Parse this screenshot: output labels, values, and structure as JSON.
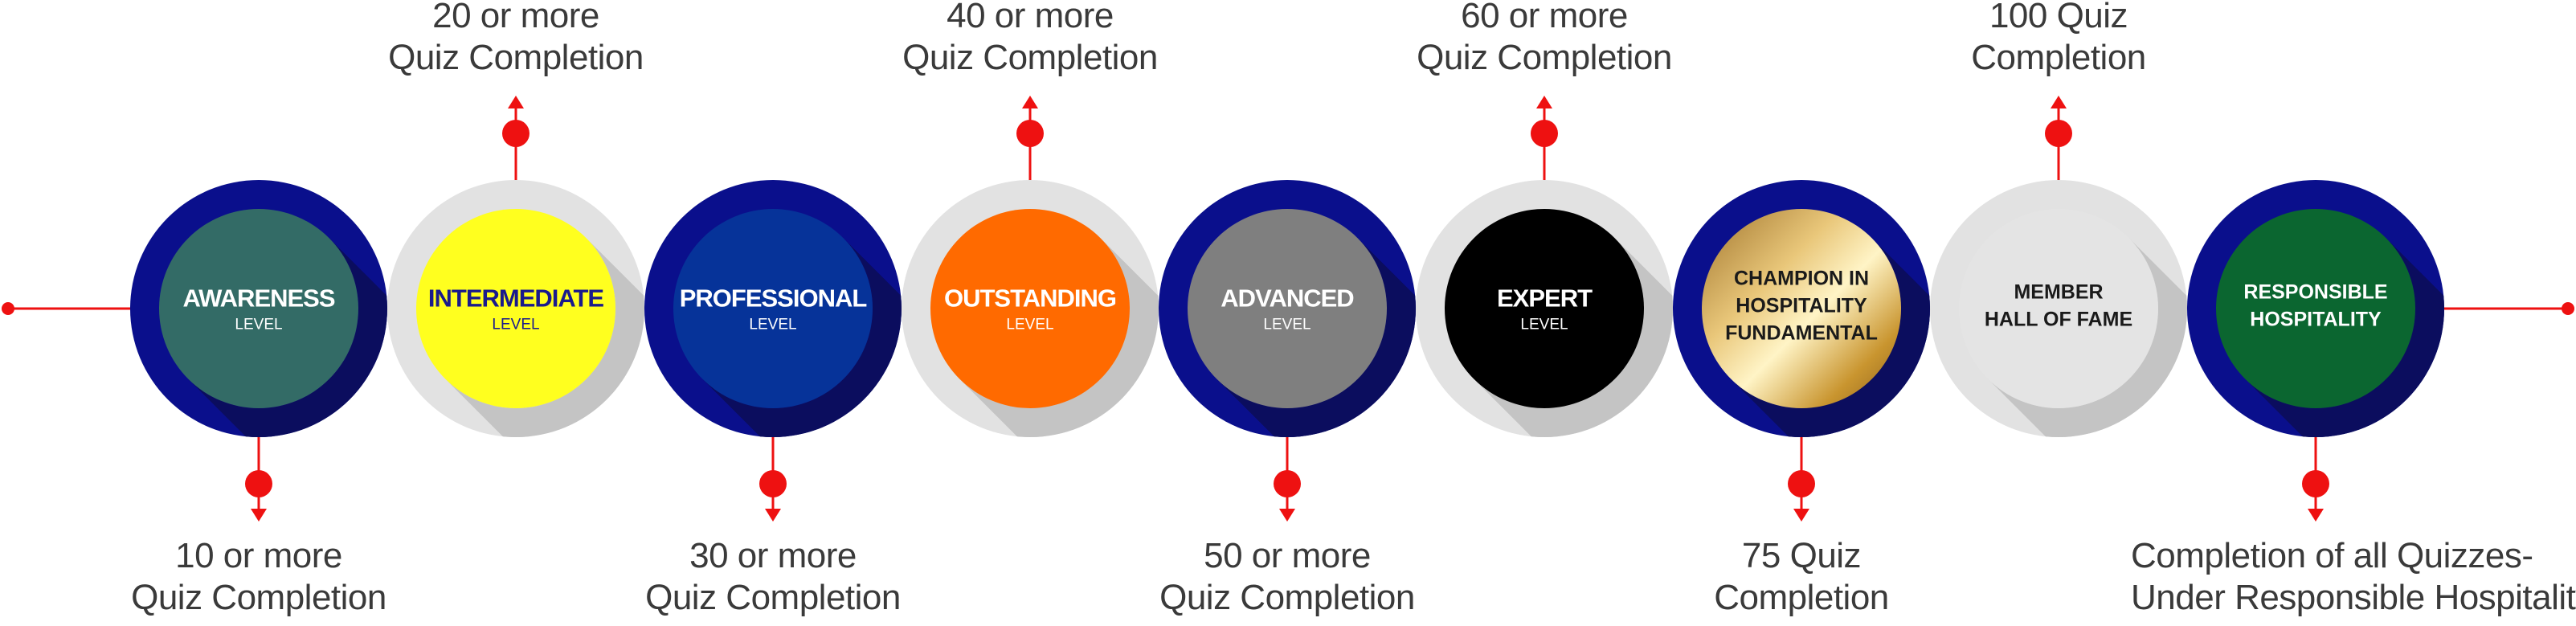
{
  "colors": {
    "line": "#ee1111",
    "navy": "#0a0f8c",
    "navy_shadow": "#0b0d5e",
    "grey_ring": "#e2e2e2",
    "grey_shadow": "#c4c4c4"
  },
  "levels": [
    {
      "title": [
        "AWARENESS"
      ],
      "sub": "LEVEL",
      "fill": "#336b66",
      "text_color": "#ffffff",
      "ring": "navy",
      "caption": [
        "10 or more",
        "Quiz Completion"
      ],
      "caption_pos": "bottom"
    },
    {
      "title": [
        "INTERMEDIATE"
      ],
      "sub": "LEVEL",
      "fill": "#ffff1f",
      "text_color": "#1a1a8c",
      "ring": "grey",
      "caption": [
        "20 or more",
        "Quiz Completion"
      ],
      "caption_pos": "top"
    },
    {
      "title": [
        "PROFESSIONAL"
      ],
      "sub": "LEVEL",
      "fill": "#063399",
      "text_color": "#ffffff",
      "ring": "navy",
      "caption": [
        "30 or more",
        "Quiz Completion"
      ],
      "caption_pos": "bottom"
    },
    {
      "title": [
        "OUTSTANDING"
      ],
      "sub": "LEVEL",
      "fill": "#ff6a00",
      "text_color": "#ffffff",
      "ring": "grey",
      "caption": [
        "40 or more",
        "Quiz Completion"
      ],
      "caption_pos": "top"
    },
    {
      "title": [
        "ADVANCED"
      ],
      "sub": "LEVEL",
      "fill": "#7f7f7f",
      "text_color": "#ffffff",
      "ring": "navy",
      "caption": [
        "50 or more",
        "Quiz Completion"
      ],
      "caption_pos": "bottom"
    },
    {
      "title": [
        "EXPERT"
      ],
      "sub": "LEVEL",
      "fill": "#000000",
      "text_color": "#ffffff",
      "ring": "grey",
      "caption": [
        "60 or more",
        "Quiz Completion"
      ],
      "caption_pos": "top"
    },
    {
      "title": [
        "CHAMPION IN",
        "HOSPITALITY",
        "FUNDAMENTAL"
      ],
      "sub": "",
      "fill": "gold",
      "text_color": "#1a1a1a",
      "ring": "navy",
      "caption": [
        "75 Quiz",
        "Completion"
      ],
      "caption_pos": "bottom"
    },
    {
      "title": [
        "MEMBER",
        "HALL OF FAME"
      ],
      "sub": "",
      "fill": "#e4e4e4",
      "text_color": "#1a1a1a",
      "ring": "grey",
      "caption": [
        "100 Quiz",
        "Completion"
      ],
      "caption_pos": "top"
    },
    {
      "title": [
        "RESPONSIBLE",
        "HOSPITALITY"
      ],
      "sub": "",
      "fill": "#0b6630",
      "text_color": "#ffffff",
      "ring": "navy",
      "caption": [
        "Completion of all Quizzes-",
        "Under Responsible Hospitality"
      ],
      "caption_pos": "bottom"
    }
  ]
}
